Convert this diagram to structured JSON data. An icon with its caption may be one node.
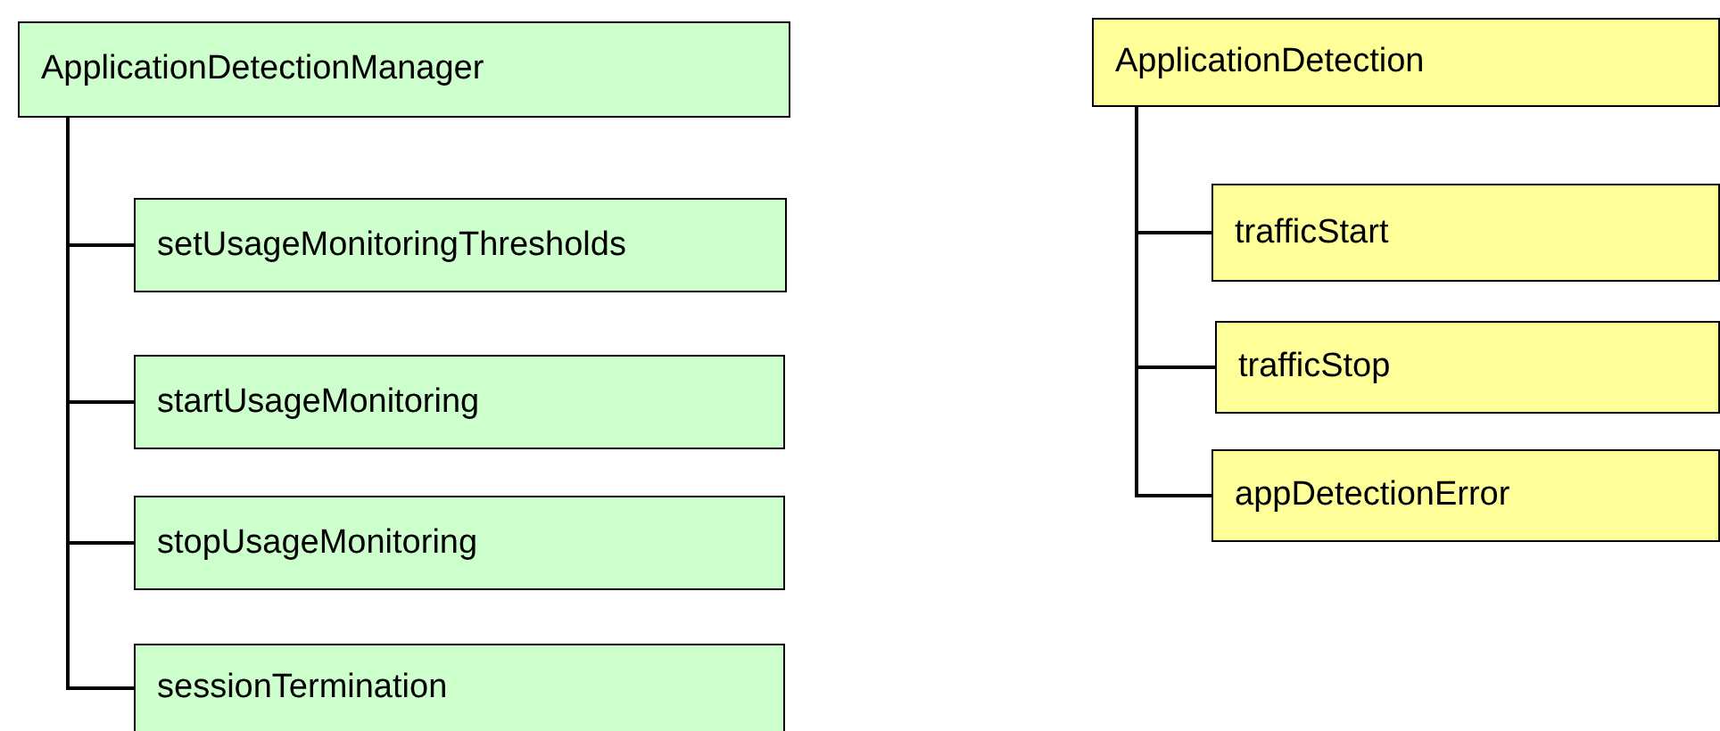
{
  "diagram": {
    "nodes": [
      {
        "text": [
          "ApplicationDetectionManager"
        ]
      },
      {
        "text": [
          "setUsageMonitoringThresholds"
        ]
      },
      {
        "text": [
          "startUsageMonitoring"
        ]
      },
      {
        "text": [
          "stopUsageMonitoring"
        ]
      },
      {
        "text": [
          "sessionTermination"
        ]
      },
      {
        "text": [
          "ApplicationDetection"
        ]
      },
      {
        "text": [
          "trafficStart"
        ]
      },
      {
        "text": [
          "trafficStop"
        ]
      },
      {
        "text": [
          "appDetectionError"
        ]
      }
    ],
    "edges": [
      {
        "from": 0,
        "to": 1,
        "arrow": "none"
      },
      {
        "from": 0,
        "to": 2,
        "arrow": "none"
      },
      {
        "from": 0,
        "to": 3,
        "arrow": "none"
      },
      {
        "from": 0,
        "to": 4,
        "arrow": "none"
      },
      {
        "from": 5,
        "to": 6,
        "arrow": "none"
      },
      {
        "from": 5,
        "to": 7,
        "arrow": "none"
      },
      {
        "from": 5,
        "to": 8,
        "arrow": "none"
      }
    ]
  }
}
